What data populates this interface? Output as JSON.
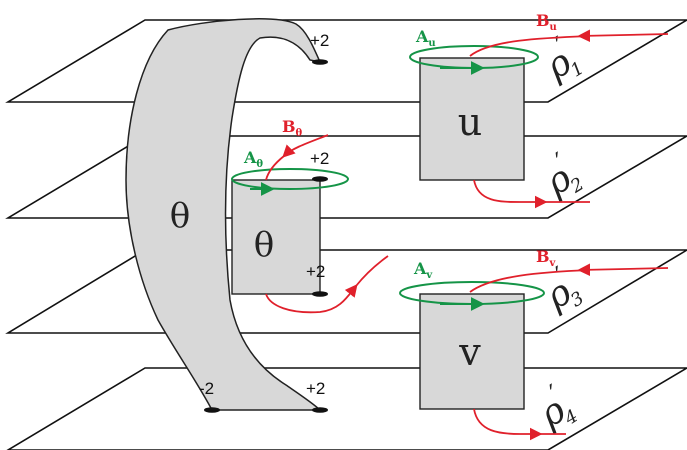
{
  "colors": {
    "plane_stroke": "#111111",
    "box_fill": "#d8d8d8",
    "box_stroke": "#222222",
    "green_loop": "#159447",
    "red_line": "#e0202b",
    "pin": "#111111"
  },
  "planes": [
    {
      "label_char": "ρ",
      "prime": "′",
      "index": "1"
    },
    {
      "label_char": "ρ",
      "prime": "′",
      "index": "2"
    },
    {
      "label_char": "ρ",
      "prime": "′",
      "index": "3"
    },
    {
      "label_char": "ρ",
      "prime": "′",
      "index": "4"
    }
  ],
  "blocks": {
    "theta_ribbon_label": "θ",
    "theta_box_label": "θ",
    "u_box_label": "u",
    "v_box_label": "v"
  },
  "charges": {
    "top_theta": "+2",
    "mid_theta_upper": "+2",
    "mid_theta_lower": "+2",
    "bottom_left": "-2",
    "bottom_right": "+2"
  },
  "loops": {
    "A_u": {
      "letter": "A",
      "sub": "u"
    },
    "B_u": {
      "letter": "B",
      "sub": "u"
    },
    "A_theta": {
      "letter": "A",
      "sub": "θ"
    },
    "B_theta": {
      "letter": "B",
      "sub": "θ"
    },
    "A_v": {
      "letter": "A",
      "sub": "v"
    },
    "B_v": {
      "letter": "B",
      "sub": "v"
    }
  }
}
